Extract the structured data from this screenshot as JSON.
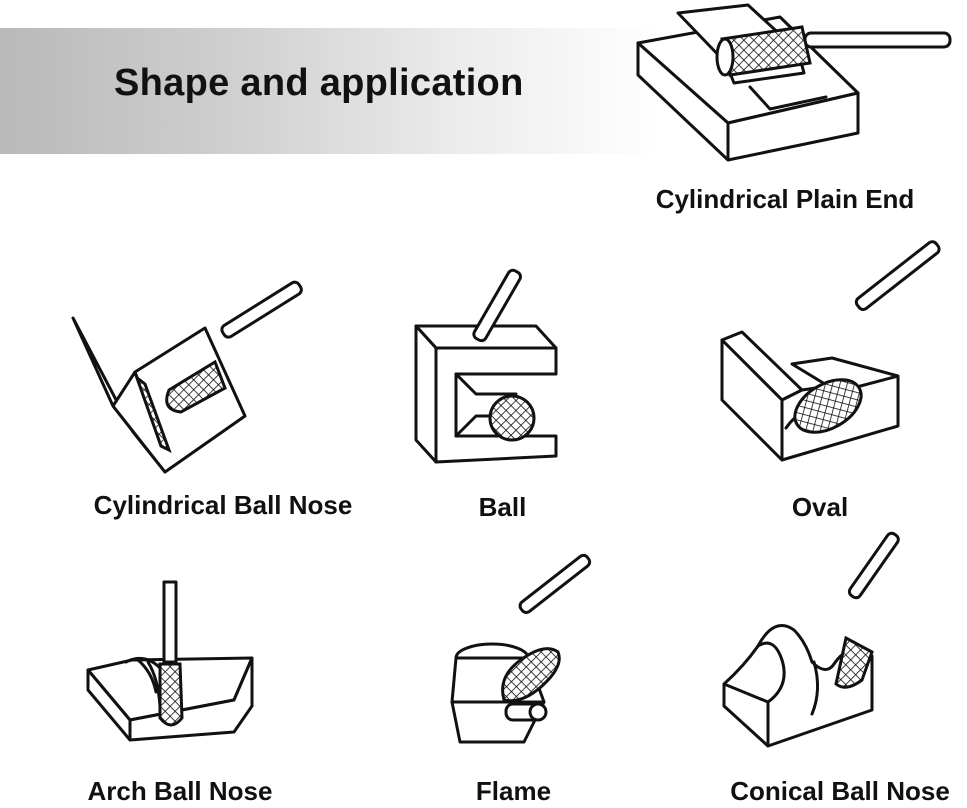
{
  "header": {
    "title": "Shape and application"
  },
  "shapes": [
    {
      "label": "Cylindrical Plain End",
      "icon": "cylindrical-plain-end-icon"
    },
    {
      "label": "Cylindrical Ball Nose",
      "icon": "cylindrical-ball-nose-icon"
    },
    {
      "label": "Ball",
      "icon": "ball-icon"
    },
    {
      "label": "Oval",
      "icon": "oval-icon"
    },
    {
      "label": "Arch Ball Nose",
      "icon": "arch-ball-nose-icon"
    },
    {
      "label": "Flame",
      "icon": "flame-icon"
    },
    {
      "label": "Conical Ball Nose",
      "icon": "conical-ball-nose-icon"
    }
  ]
}
